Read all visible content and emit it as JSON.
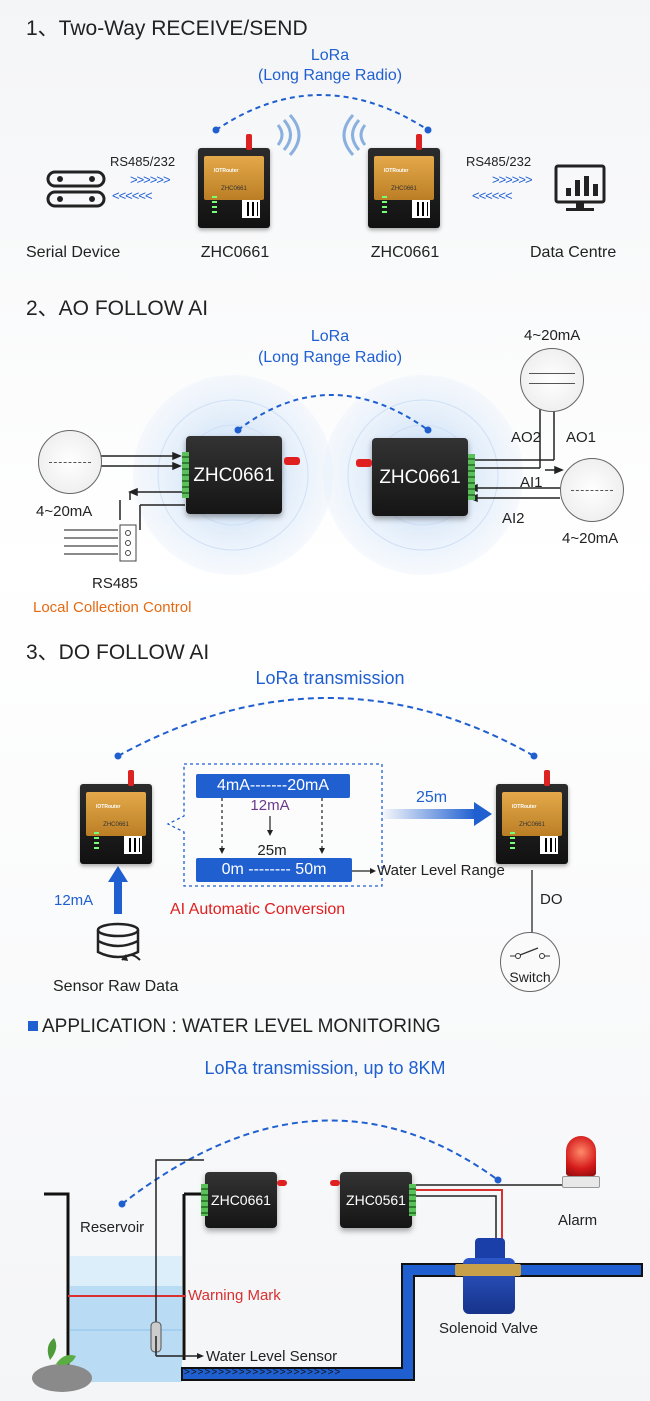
{
  "section1": {
    "title": "1、Two-Way  RECEIVE/SEND",
    "lora_line1": "LoRa",
    "lora_line2": "(Long Range Radio)",
    "left_protocol": "RS485/232",
    "right_protocol": "RS485/232",
    "serial_device": "Serial Device",
    "device_left": "ZHC0661",
    "device_right": "ZHC0661",
    "data_centre": "Data Centre",
    "arrows_right": ">>>>>>",
    "arrows_left": "<<<<<<"
  },
  "section2": {
    "title": "2、AO FOLLOW AI",
    "lora_line1": "LoRa",
    "lora_line2": "(Long Range Radio)",
    "device_left": "ZHC0661",
    "device_right": "ZHC0661",
    "ma_top": "4~20mA",
    "ma_left": "4~20mA",
    "ma_right": "4~20mA",
    "ao2": "AO2",
    "ao1": "AO1",
    "ai1": "AI1",
    "ai2": "AI2",
    "rs485": "RS485",
    "local_control": "Local Collection Control",
    "accent": "#e46a12"
  },
  "section3": {
    "title": "3、DO FOLLOW AI",
    "lora": "LoRa transmission",
    "range_top": "4mA-------20mA",
    "mid_value": "12mA",
    "range_bottom": "0m -------- 50m",
    "bottom_value": "25m",
    "water_range": "Water Level Range",
    "arrow_value": "25m",
    "input_value": "12mA",
    "conversion": "AI Automatic Conversion",
    "do": "DO",
    "switch": "Switch",
    "sensor": "Sensor Raw Data",
    "accent_red": "#e02020",
    "accent_purple": "#6b3a8a"
  },
  "application": {
    "title": "APPLICATION : WATER LEVEL MONITORING",
    "lora": "LoRa transmission, up to 8KM",
    "device_left": "ZHC0661",
    "device_right": "ZHC0561",
    "reservoir": "Reservoir",
    "alarm": "Alarm",
    "warning": "Warning Mark",
    "solenoid": "Solenoid Valve",
    "sensor": "Water Level Sensor",
    "pipe_arrows": ">>>>>>>>>>>>>>>>>>>>>>>"
  },
  "colors": {
    "brand_blue": "#1f5fd0",
    "device_orange": "#d99a3a",
    "warning_red": "#d93030"
  }
}
